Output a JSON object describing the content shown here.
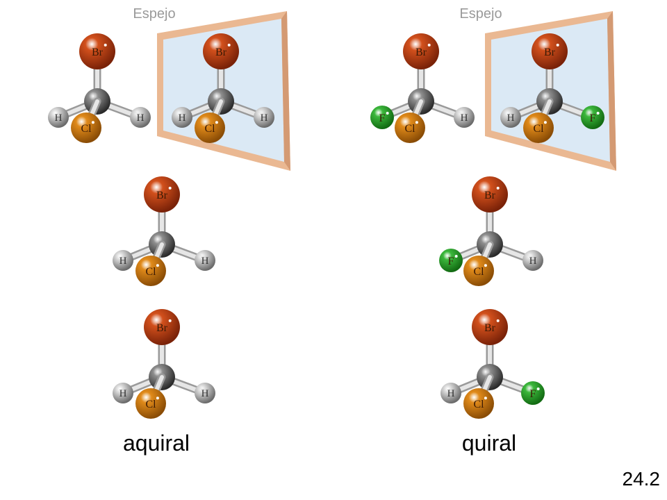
{
  "mirror_label": "Espejo",
  "captions": {
    "left": "aquiral",
    "right": "quiral"
  },
  "figure_number": "24.2",
  "atoms": {
    "Br": {
      "label": "Br",
      "color": "#d2501c",
      "dark": "#7a2208"
    },
    "Cl": {
      "label": "Cl",
      "color": "#e08a1a",
      "dark": "#8a4c05"
    },
    "H": {
      "label": "H",
      "color": "#d9d9d9",
      "dark": "#6a6a6a"
    },
    "F": {
      "label": "F",
      "color": "#3cb83c",
      "dark": "#126a12"
    },
    "C": {
      "label": "",
      "color": "#8e8e8e",
      "dark": "#2a2a2a"
    }
  },
  "colors": {
    "mirror_frame": "#eab892",
    "mirror_glass": "#dbe9f5"
  },
  "molecules": [
    {
      "id": "left-original",
      "left": "H",
      "right": "H",
      "front": "Cl",
      "top": "Br"
    },
    {
      "id": "left-reflection",
      "left": "H",
      "right": "H",
      "front": "Cl",
      "top": "Br"
    },
    {
      "id": "left-reflection-b",
      "left": "H",
      "right": "H",
      "front": "Cl",
      "top": "Br"
    },
    {
      "id": "left-superimposed",
      "left": "H",
      "right": "H",
      "front": "Cl",
      "top": "Br"
    },
    {
      "id": "right-original",
      "left": "F",
      "right": "H",
      "front": "Cl",
      "top": "Br"
    },
    {
      "id": "right-reflection",
      "left": "H",
      "right": "F",
      "front": "Cl",
      "top": "Br"
    },
    {
      "id": "right-compare-a",
      "left": "F",
      "right": "H",
      "front": "Cl",
      "top": "Br"
    },
    {
      "id": "right-compare-b",
      "left": "H",
      "right": "F",
      "front": "Cl",
      "top": "Br"
    }
  ]
}
